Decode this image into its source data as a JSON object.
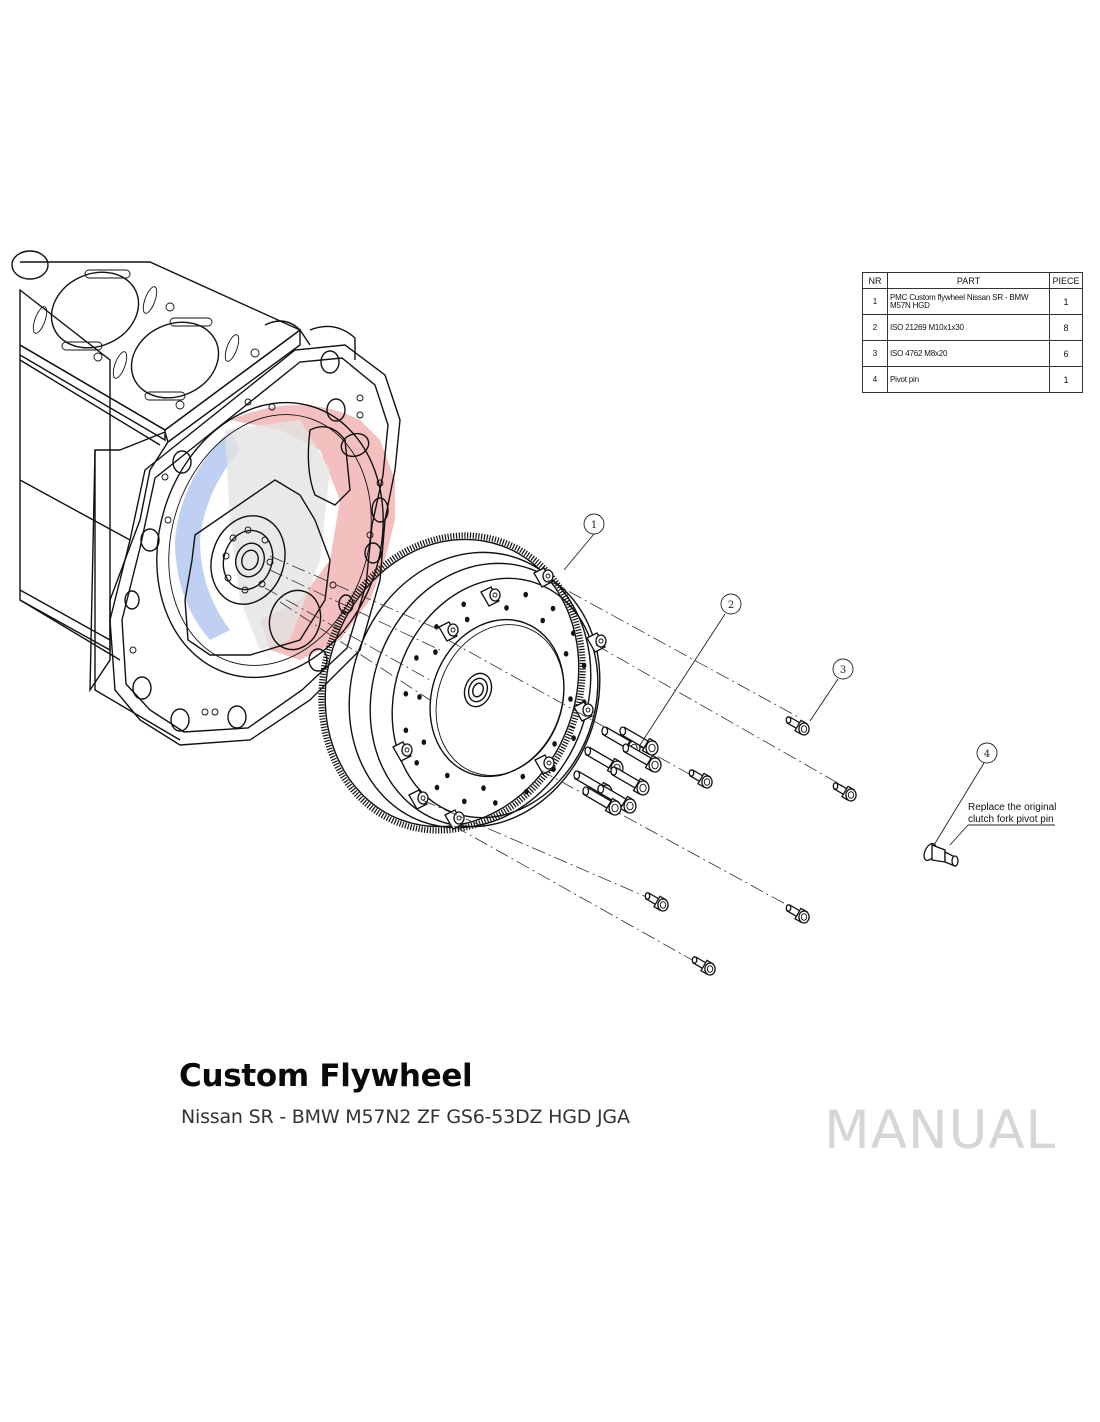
{
  "parts_table": {
    "headers": {
      "nr": "NR",
      "part": "PART",
      "piece": "PIECE"
    },
    "rows": [
      {
        "nr": "1",
        "part": "PMC Custom flywheel Nissan SR - BMW M57N HGD",
        "piece": "1"
      },
      {
        "nr": "2",
        "part": "ISO 21269 M10x1x30",
        "piece": "8"
      },
      {
        "nr": "3",
        "part": "ISO 4762 M8x20",
        "piece": "6"
      },
      {
        "nr": "4",
        "part": "Pivot pin",
        "piece": "1"
      }
    ]
  },
  "callouts": {
    "c1": "1",
    "c2": "2",
    "c3": "3",
    "c4": "4"
  },
  "note": {
    "line1": "Replace the original",
    "line2": "clutch fork pivot pin"
  },
  "footer": {
    "title": "Custom Flywheel",
    "subtitle": "Nissan SR - BMW M57N2 ZF GS6-53DZ HGD JGA",
    "manual_label": "MANUAL"
  },
  "watermark": {
    "colors": {
      "red": "#f3b4b4",
      "blue": "#b4c8f0",
      "gray": "#d8d8d8"
    }
  }
}
